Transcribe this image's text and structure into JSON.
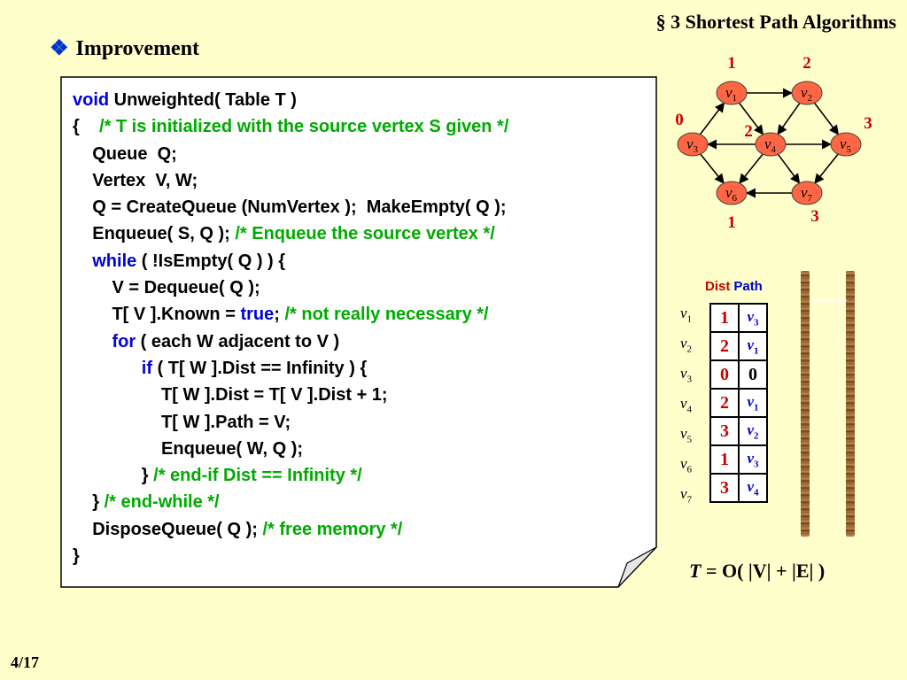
{
  "header": {
    "title": "§ 3  Shortest Path Algorithms"
  },
  "section": {
    "bullet": "❖",
    "title": "Improvement"
  },
  "code": [
    [
      {
        "t": "void",
        "c": "kw"
      },
      {
        "t": " Unweighted( Table T )"
      }
    ],
    [
      {
        "t": "{    "
      },
      {
        "t": "/* T is initialized with the source vertex S given */",
        "c": "cm"
      }
    ],
    [
      {
        "t": "    Queue  Q;"
      }
    ],
    [
      {
        "t": "    Vertex  V, W;"
      }
    ],
    [
      {
        "t": "    Q = CreateQueue (NumVertex );  MakeEmpty( Q );"
      }
    ],
    [
      {
        "t": "    Enqueue( S, Q ); "
      },
      {
        "t": "/* Enqueue the source vertex */",
        "c": "cm"
      }
    ],
    [
      {
        "t": "    "
      },
      {
        "t": "while",
        "c": "kw"
      },
      {
        "t": " ( !IsEmpty( Q ) ) {"
      }
    ],
    [
      {
        "t": "        V = Dequeue( Q );"
      }
    ],
    [
      {
        "t": "        T[ V ].Known = "
      },
      {
        "t": "true",
        "c": "kw"
      },
      {
        "t": "; "
      },
      {
        "t": "/* not really necessary */",
        "c": "cm"
      }
    ],
    [
      {
        "t": "        "
      },
      {
        "t": "for",
        "c": "kw"
      },
      {
        "t": " ( each W adjacent to V )"
      }
    ],
    [
      {
        "t": "              "
      },
      {
        "t": "if",
        "c": "kw"
      },
      {
        "t": " ( T[ W ].Dist == Infinity ) {"
      }
    ],
    [
      {
        "t": "                  T[ W ].Dist = T[ V ].Dist + 1;"
      }
    ],
    [
      {
        "t": "                  T[ W ].Path = V;"
      }
    ],
    [
      {
        "t": "                  Enqueue( W, Q );"
      }
    ],
    [
      {
        "t": "              } "
      },
      {
        "t": "/* end-if Dist == Infinity */",
        "c": "cm"
      }
    ],
    [
      {
        "t": "    } "
      },
      {
        "t": "/* end-while */",
        "c": "cm"
      }
    ],
    [
      {
        "t": "    DisposeQueue( Q ); "
      },
      {
        "t": "/* free memory */",
        "c": "cm"
      }
    ],
    [
      {
        "t": "}"
      }
    ]
  ],
  "graph": {
    "nodes": [
      {
        "id": "v1",
        "letter": "v",
        "sub": "1",
        "dist": "1"
      },
      {
        "id": "v2",
        "letter": "v",
        "sub": "2",
        "dist": "2"
      },
      {
        "id": "v3",
        "letter": "v",
        "sub": "3",
        "dist": "0"
      },
      {
        "id": "v4",
        "letter": "v",
        "sub": "4",
        "dist": "2"
      },
      {
        "id": "v5",
        "letter": "v",
        "sub": "5",
        "dist": "3"
      },
      {
        "id": "v6",
        "letter": "v",
        "sub": "6",
        "dist": "1"
      },
      {
        "id": "v7",
        "letter": "v",
        "sub": "7",
        "dist": "3"
      }
    ],
    "edges": [
      [
        "v1",
        "v2"
      ],
      [
        "v1",
        "v4"
      ],
      [
        "v2",
        "v4"
      ],
      [
        "v2",
        "v5"
      ],
      [
        "v3",
        "v1"
      ],
      [
        "v3",
        "v6"
      ],
      [
        "v4",
        "v3"
      ],
      [
        "v4",
        "v5"
      ],
      [
        "v4",
        "v6"
      ],
      [
        "v4",
        "v7"
      ],
      [
        "v5",
        "v7"
      ],
      [
        "v7",
        "v6"
      ]
    ],
    "node_color": "#ff6644"
  },
  "table": {
    "header_dist": "Dist",
    "header_path": "Path",
    "rows": [
      {
        "vertex": "v",
        "sub": "1",
        "dist": "1",
        "path": "v",
        "path_sub": "3"
      },
      {
        "vertex": "v",
        "sub": "2",
        "dist": "2",
        "path": "v",
        "path_sub": "1"
      },
      {
        "vertex": "v",
        "sub": "3",
        "dist": "0",
        "path": "0",
        "path_sub": ""
      },
      {
        "vertex": "v",
        "sub": "4",
        "dist": "2",
        "path": "v",
        "path_sub": "1"
      },
      {
        "vertex": "v",
        "sub": "5",
        "dist": "3",
        "path": "v",
        "path_sub": "2"
      },
      {
        "vertex": "v",
        "sub": "6",
        "dist": "1",
        "path": "v",
        "path_sub": "3"
      },
      {
        "vertex": "v",
        "sub": "7",
        "dist": "3",
        "path": "v",
        "path_sub": "4"
      }
    ]
  },
  "complexity": {
    "t": "T",
    "rest": " = O( |V| + |E| )"
  },
  "page": "4/17",
  "colors": {
    "background": "#ffffcc",
    "keyword": "#0000dd",
    "comment": "#00aa00",
    "dist": "#cc0000",
    "path": "#0000cc"
  }
}
